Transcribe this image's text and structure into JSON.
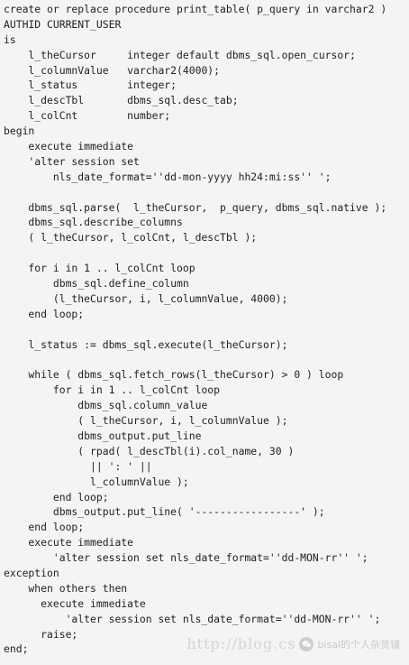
{
  "code": {
    "lines": [
      "create or replace procedure print_table( p_query in varchar2 )",
      "AUTHID CURRENT_USER",
      "is",
      "    l_theCursor     integer default dbms_sql.open_cursor;",
      "    l_columnValue   varchar2(4000);",
      "    l_status        integer;",
      "    l_descTbl       dbms_sql.desc_tab;",
      "    l_colCnt        number;",
      "begin",
      "    execute immediate",
      "    'alter session set",
      "        nls_date_format=''dd-mon-yyyy hh24:mi:ss'' ';",
      "",
      "    dbms_sql.parse(  l_theCursor,  p_query, dbms_sql.native );",
      "    dbms_sql.describe_columns",
      "    ( l_theCursor, l_colCnt, l_descTbl );",
      "",
      "    for i in 1 .. l_colCnt loop",
      "        dbms_sql.define_column",
      "        (l_theCursor, i, l_columnValue, 4000);",
      "    end loop;",
      "",
      "    l_status := dbms_sql.execute(l_theCursor);",
      "",
      "    while ( dbms_sql.fetch_rows(l_theCursor) > 0 ) loop",
      "        for i in 1 .. l_colCnt loop",
      "            dbms_sql.column_value",
      "            ( l_theCursor, i, l_columnValue );",
      "            dbms_output.put_line",
      "            ( rpad( l_descTbl(i).col_name, 30 )",
      "              || ': ' ||",
      "              l_columnValue );",
      "        end loop;",
      "        dbms_output.put_line( '-----------------' );",
      "    end loop;",
      "    execute immediate",
      "        'alter session set nls_date_format=''dd-MON-rr'' ';",
      "exception",
      "    when others then",
      "      execute immediate",
      "          'alter session set nls_date_format=''dd-MON-rr'' ';",
      "      raise;",
      "end;"
    ]
  },
  "watermark": {
    "url": "http://blog.cs",
    "brand": "bisal的个人杂货铺",
    "logo_icon": "wechat-logo-icon"
  },
  "colors": {
    "background": "#f4f4f4",
    "text": "#1f1f1f"
  }
}
